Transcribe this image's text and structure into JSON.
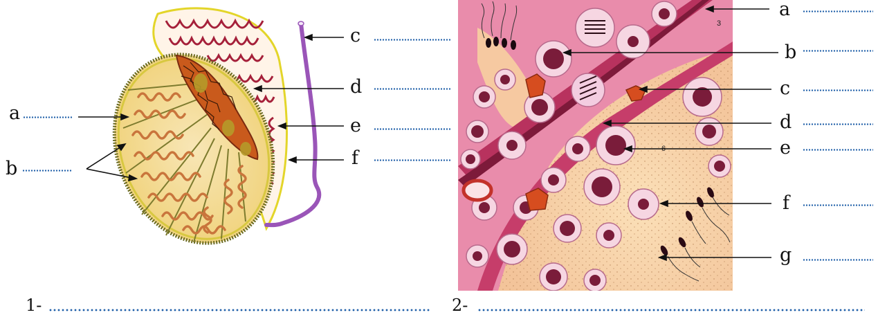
{
  "figure1": {
    "number": "1-",
    "labels": {
      "a": "a",
      "b": "b",
      "c": "c",
      "d": "d",
      "e": "e",
      "f": "f"
    }
  },
  "figure2": {
    "number": "2-",
    "labels": {
      "a": "a",
      "b": "b",
      "c": "c",
      "d": "d",
      "e": "e",
      "f": "f",
      "g": "g"
    },
    "inset_marks": {
      "m3": "3",
      "m6": "6"
    }
  },
  "colors": {
    "blank_dots": "#1f5fa8",
    "vas": "#9a55b8",
    "tubule": "#c9753c",
    "rete": "#b8231d"
  }
}
